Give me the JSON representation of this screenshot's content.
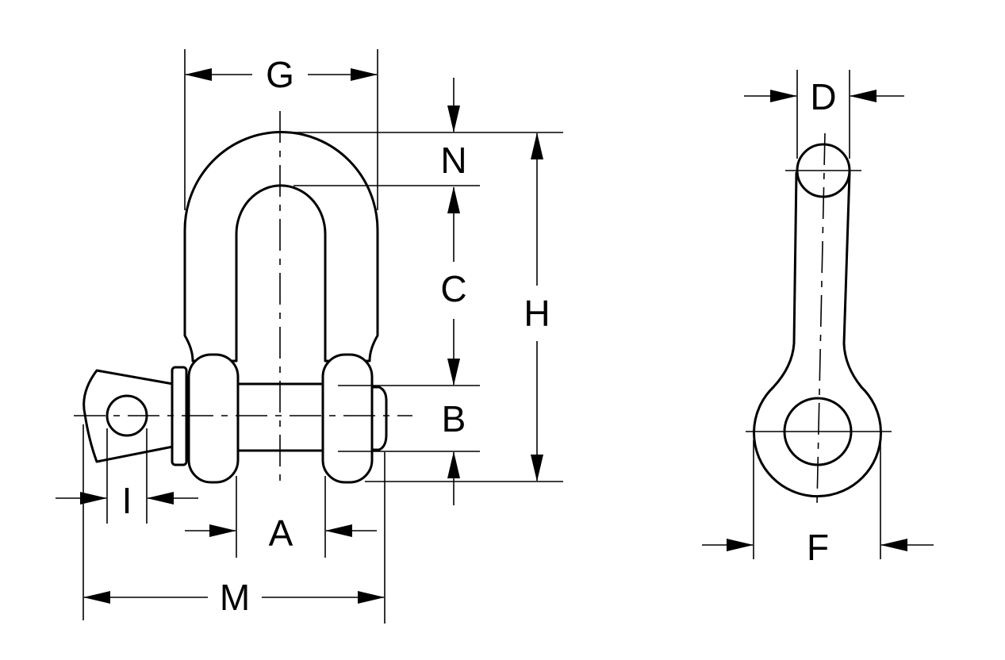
{
  "diagram": {
    "front_view": {
      "labels": {
        "G": "G",
        "N": "N",
        "C": "C",
        "H": "H",
        "B": "B",
        "A": "A",
        "I": "I",
        "M": "M"
      }
    },
    "side_view": {
      "labels": {
        "D": "D",
        "F": "F"
      }
    },
    "colors": {
      "line": "#000000",
      "background": "#ffffff"
    }
  }
}
